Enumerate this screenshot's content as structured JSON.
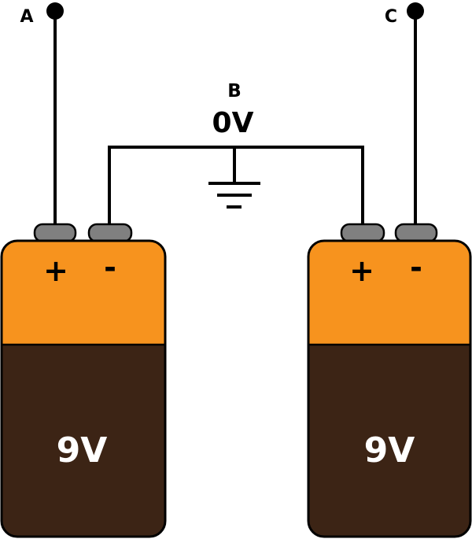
{
  "nodes": {
    "a": {
      "label": "A"
    },
    "b": {
      "label": "B",
      "voltage": "0V"
    },
    "c": {
      "label": "C"
    }
  },
  "batteries": [
    {
      "voltage": "9V",
      "plus": "+",
      "minus": "-"
    },
    {
      "voltage": "9V",
      "plus": "+",
      "minus": "-"
    }
  ],
  "colors": {
    "battery_top": "#f7931e",
    "battery_bottom": "#3c2415",
    "terminal": "#808080",
    "wire": "#000000"
  }
}
